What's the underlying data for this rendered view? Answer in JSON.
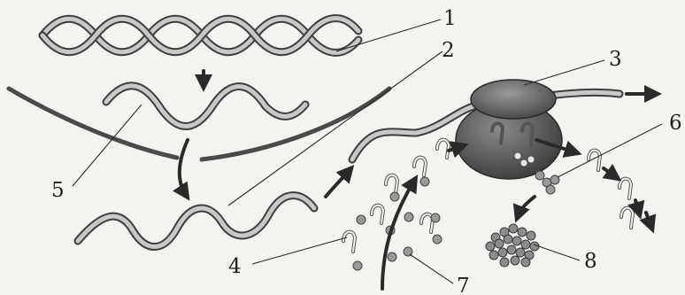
{
  "labels": {
    "l1": "1",
    "l2": "2",
    "l3": "3",
    "l4": "4",
    "l5": "5",
    "l6": "6",
    "l7": "7",
    "l8": "8"
  },
  "colors": {
    "background": "#f4f3f0",
    "ink": "#2a2a2a",
    "ribosome_dark": "#4a4a4a",
    "ribosome_light": "#6e6e6e"
  }
}
